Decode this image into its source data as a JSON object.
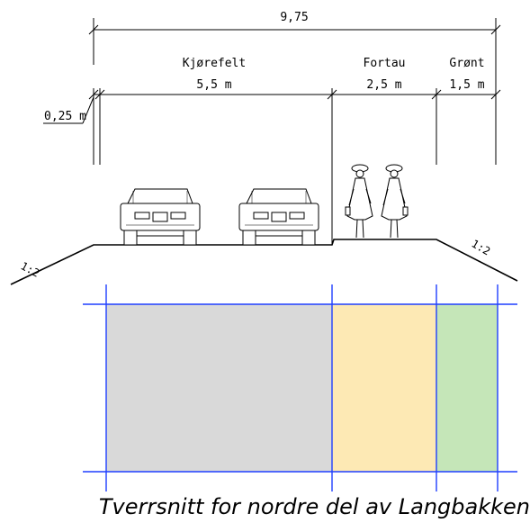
{
  "dimensions": {
    "total": "9,75",
    "shoulder": "0,25 m",
    "kjorefelt": {
      "label": "Kjørefelt",
      "width": "5,5 m"
    },
    "fortau": {
      "label": "Fortau",
      "width": "2,5 m"
    },
    "gront": {
      "label": "Grønt",
      "width": "1,5 m"
    }
  },
  "slopes": {
    "left": "1:2",
    "right": "1:2"
  },
  "zones": {
    "kjorefelt_color": "#d9d9d9",
    "fortau_color": "#fde9b4",
    "gront_color": "#c5e6b8",
    "grid_color": "#1f3fff"
  },
  "caption": "Tverrsnitt for nordre del av Langbakken"
}
